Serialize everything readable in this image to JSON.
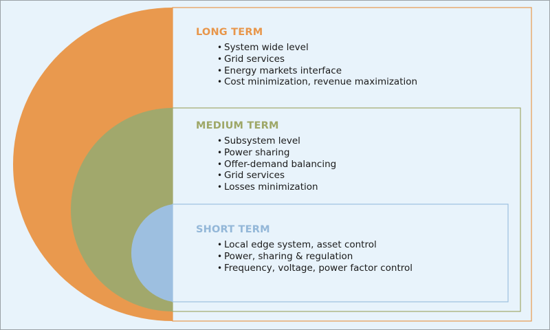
{
  "colors": {
    "long": "#e9994e",
    "medium": "#a1a86c",
    "short": "#9dbfe0",
    "background": "#e8f3fb"
  },
  "long_term": {
    "title": "LONG TERM",
    "items": [
      "System wide level",
      "Grid services",
      "Energy markets interface",
      "Cost minimization, revenue maximization"
    ]
  },
  "medium_term": {
    "title": "MEDIUM TERM",
    "items": [
      "Subsystem level",
      "Power sharing",
      "Offer-demand balancing",
      "Grid services",
      "Losses minimization"
    ]
  },
  "short_term": {
    "title": "SHORT TERM",
    "items": [
      "Local edge system, asset control",
      "Power, sharing & regulation",
      "Frequency, voltage, power factor control"
    ]
  }
}
